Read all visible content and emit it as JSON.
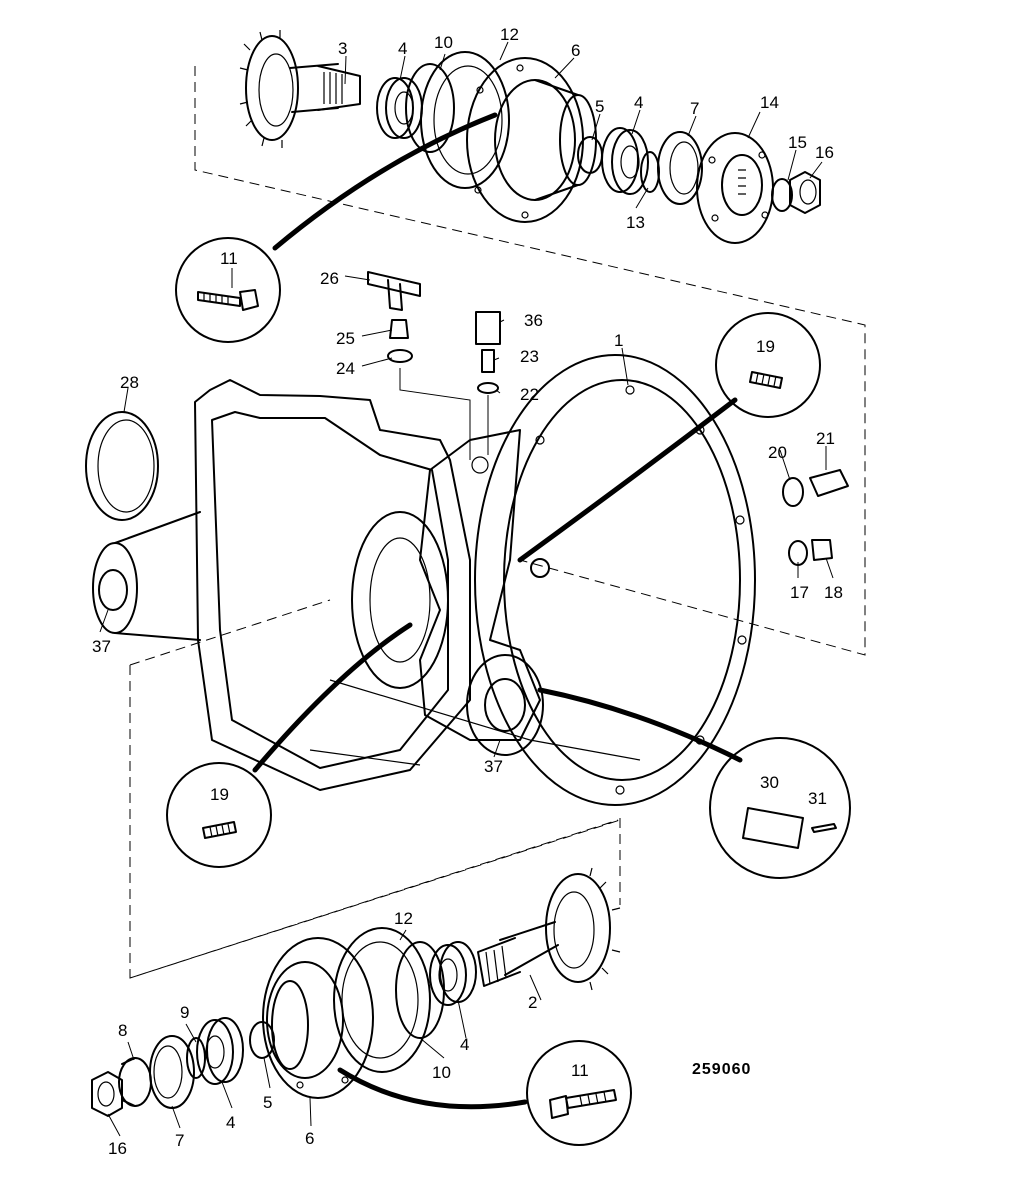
{
  "figure_code": "259060",
  "callouts": {
    "housing": "1",
    "shaft_lower": "2",
    "shaft_upper": "3",
    "bearing_upper_a": "4",
    "bearing_upper_b": "4",
    "bearing_lower_a": "4",
    "bearing_lower_b": "4",
    "spacer_upper": "5",
    "spacer_lower": "5",
    "bearing_cage_upper": "6",
    "bearing_cage_lower": "6",
    "seal_upper": "7",
    "seal_lower": "7",
    "flange_lower": "8",
    "circlip_lower": "9",
    "shim_upper": "10",
    "shim_lower": "10",
    "bolt_inset_top": "11",
    "bolt_inset_bottom": "11",
    "gasket_upper": "12",
    "gasket_lower": "12",
    "circlip_upper": "13",
    "flange_upper": "14",
    "washer_upper": "15",
    "nut_upper": "16",
    "nut_lower": "16",
    "washer_17": "17",
    "plug_18": "18",
    "stud_inset_right": "19",
    "stud_inset_left": "19",
    "washer_20": "20",
    "fitting_21": "21",
    "washer_22": "22",
    "breather_23": "23",
    "washer_24": "24",
    "adapter_25": "25",
    "tee_26": "26",
    "cover_28": "28",
    "plate_30": "30",
    "rivet_31": "31",
    "cap_36": "36",
    "plug_37_left": "37",
    "plug_37_center": "37"
  }
}
